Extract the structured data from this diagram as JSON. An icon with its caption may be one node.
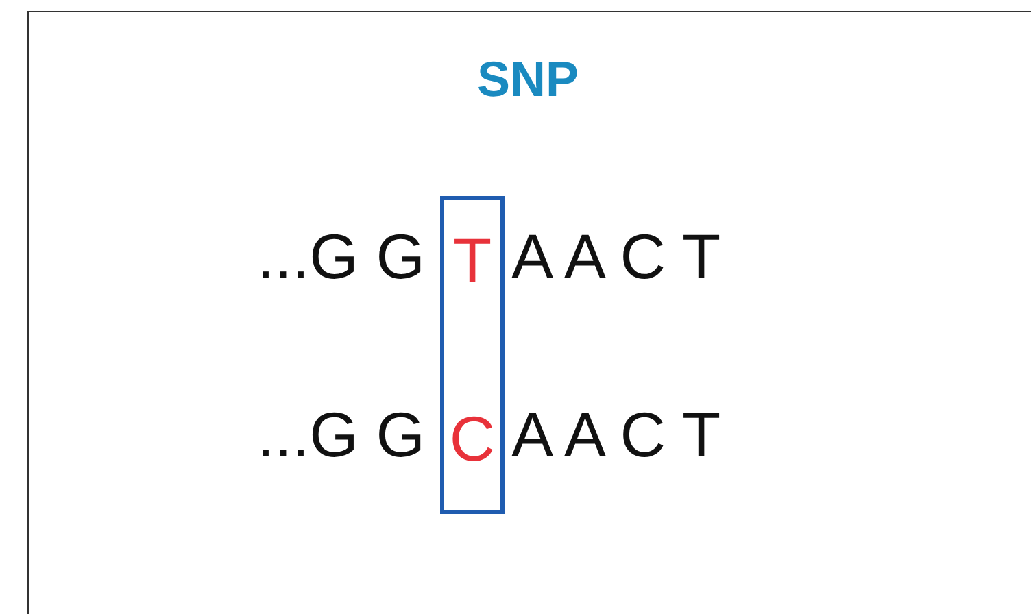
{
  "diagram": {
    "title": "SNP",
    "nodes": [
      {
        "text": [
          "T",
          "C"
        ]
      }
    ],
    "labels": [
      "...G G",
      "A A C T",
      "...G G",
      "A A C T"
    ]
  }
}
